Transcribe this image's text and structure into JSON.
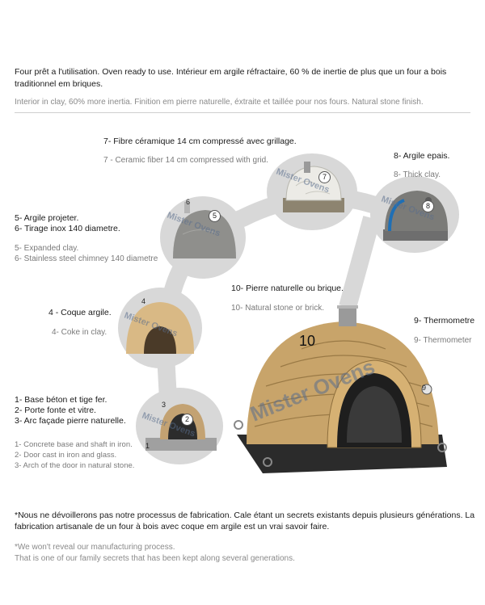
{
  "intro": {
    "fr": "Four prêt a l'utilisation. Oven ready to use. Intérieur em argile réfractaire, 60 % de inertie de plus que un four a bois traditionnel em briques.",
    "en": "Interior in clay, 60% more inertia. Finition em pierre naturelle, éxtraite et taillée pour nos fours. Natural stone finish."
  },
  "steps": {
    "s1": {
      "fr_lines": [
        "1- Base béton et tige fer.",
        "2- Porte fonte et vitre.",
        "3- Arc façade pierre naturelle."
      ],
      "en_lines": [
        "1- Concrete base and shaft in iron.",
        "2- Door cast in iron and glass.",
        "3- Arch of the door in natural stone."
      ],
      "nums": [
        "1",
        "2",
        "3"
      ]
    },
    "s4": {
      "fr": "4 - Coque argile.",
      "en": "4- Coke in clay.",
      "num": "4"
    },
    "s5": {
      "fr_lines": [
        "5- Argile projeter.",
        "6- Tirage inox 140 diametre."
      ],
      "en_lines": [
        "5- Expanded clay.",
        "6- Stainless steel chimney 140 diametre"
      ],
      "nums": [
        "5",
        "6"
      ]
    },
    "s7": {
      "fr": "7- Fibre céramique 14 cm compressé avec grillage.",
      "en": "7 - Ceramic fiber 14 cm compressed with grid.",
      "num": "7"
    },
    "s8": {
      "fr": "8- Argile epais.",
      "en": "8- Thick clay.",
      "num": "8"
    },
    "s9": {
      "fr": "9- Thermometre",
      "en": "9- Thermometer",
      "num": "9"
    },
    "s10": {
      "fr": "10- Pierre naturelle ou brique.",
      "en": "10- Natural stone or brick.",
      "num": "10"
    }
  },
  "watermark": "Mister Ovens",
  "footer": {
    "fr": "*Nous ne dévoillerons pas notre processus de fabrication. Cale étant un secrets existants depuis plusieurs générations. La fabrication artisanale de un four à bois avec coque em argile est un vrai savoir faire.",
    "en_lines": [
      "*We won't reveal our manufacturing process.",
      "That is one of  our family secrets that has been kept along several generations."
    ]
  },
  "colors": {
    "bubble_gray": "#d8d8d8",
    "stone": "#c8a46a",
    "clay": "#d9b985",
    "text_fr": "#1a1a1a",
    "text_en": "#7a7a7a"
  }
}
